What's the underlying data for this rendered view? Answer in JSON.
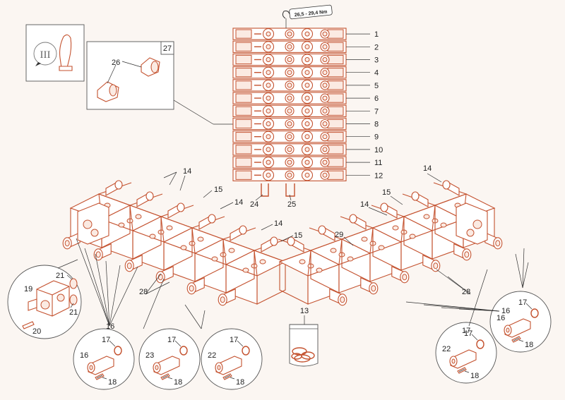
{
  "diagram": {
    "torque_spec": "26,5 - 29,4 Nm",
    "inset_roman": "III",
    "inset_box_label": "27",
    "stack_callouts": [
      "1",
      "2",
      "3",
      "4",
      "5",
      "6",
      "7",
      "8",
      "9",
      "10",
      "11",
      "12"
    ],
    "labels": {
      "l13": "13",
      "l14": "14",
      "l15": "15",
      "l16": "16",
      "l17": "17",
      "l18": "18",
      "l19": "19",
      "l20": "20",
      "l21": "21",
      "l22": "22",
      "l23": "23",
      "l24": "24",
      "l25": "25",
      "l26": "26",
      "l28": "28",
      "l29": "29"
    }
  },
  "colors": {
    "part_stroke": "#c4522f",
    "line": "#333333",
    "background": "#fbf6f2"
  }
}
